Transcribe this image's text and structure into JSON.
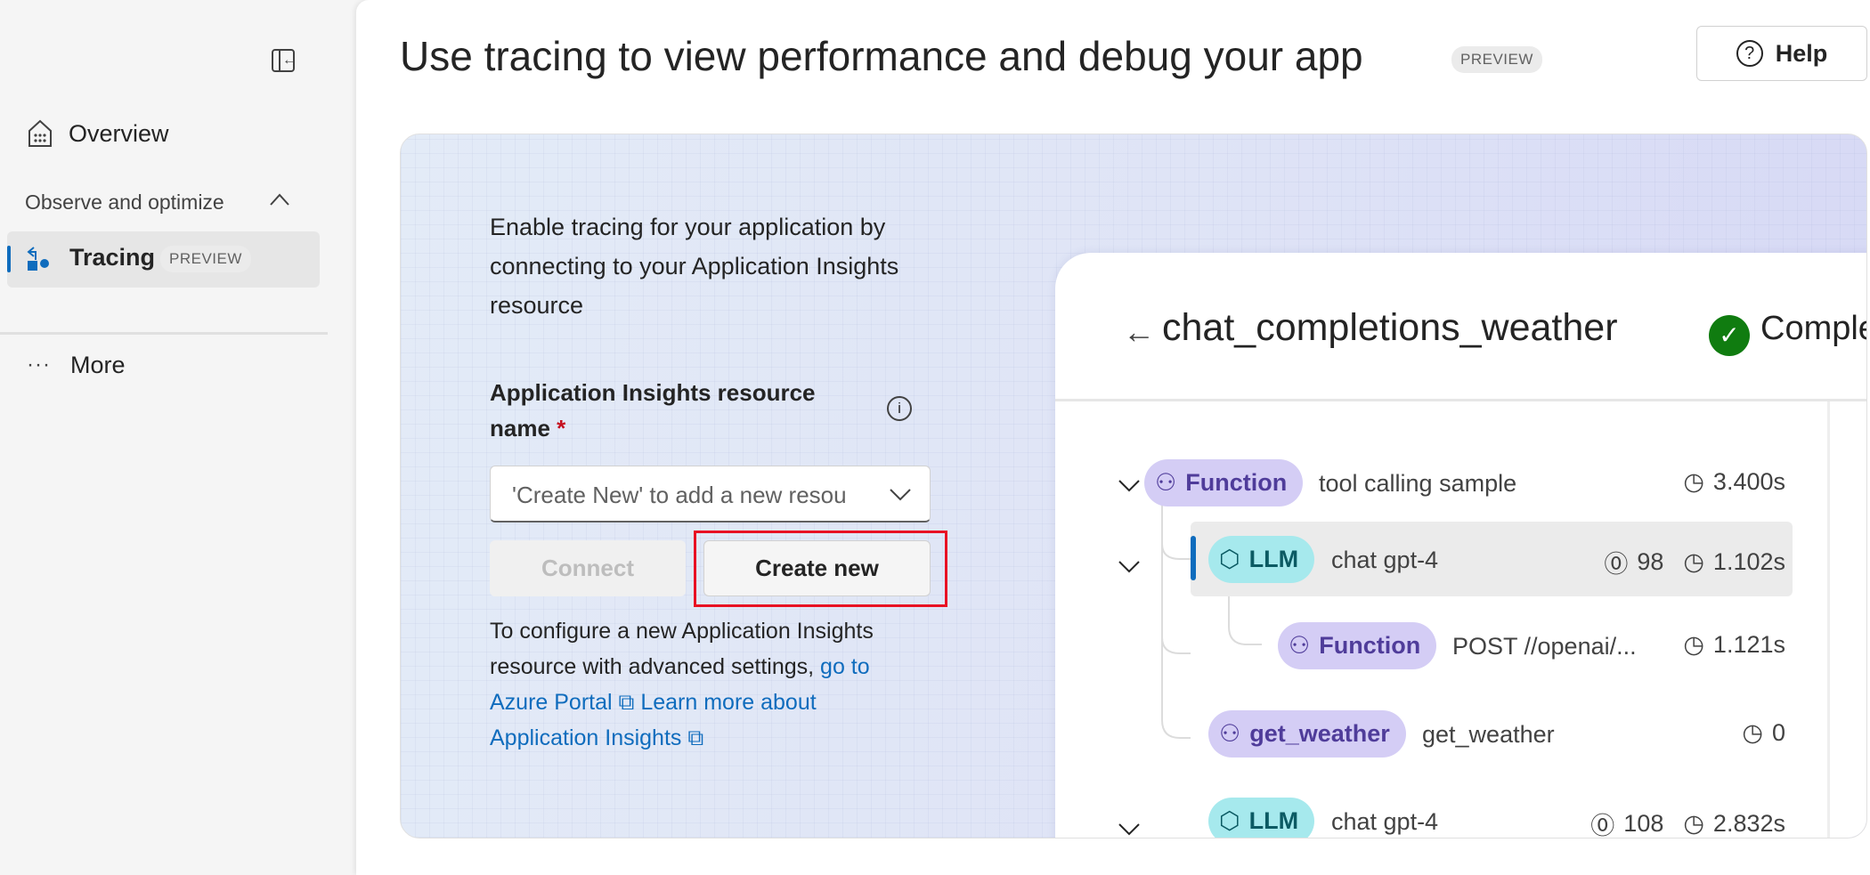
{
  "sidebar": {
    "collapse_icon": "panel-collapse-icon",
    "overview": "Overview",
    "section": "Observe and optimize",
    "tracing": "Tracing",
    "tracing_badge": "PREVIEW",
    "more": "More"
  },
  "header": {
    "title": "Use tracing to view performance and debug your app",
    "badge": "PREVIEW",
    "help": "Help"
  },
  "setup": {
    "lead": "Enable tracing for your application by connecting to your Application Insights resource",
    "field_label": "Application Insights resource name",
    "required": "*",
    "dropdown_placeholder": "'Create New' to add a new resou",
    "connect": "Connect",
    "create_new": "Create new",
    "help_text": "To configure a new Application Insights resource with advanced settings,",
    "link_portal": "go to Azure Portal",
    "link_learn": "Learn more about Application Insights",
    "highlight_color": "#e81123"
  },
  "trace": {
    "title": "chat_completions_weather",
    "status": "Complet",
    "status_color": "#107c10",
    "rows": [
      {
        "type": "Function",
        "name": "tool calling sample",
        "tokens": null,
        "duration": "3.400s"
      },
      {
        "type": "LLM",
        "name": "chat gpt-4",
        "tokens": "98",
        "duration": "1.102s"
      },
      {
        "type": "Function",
        "name": "POST //openai/...",
        "tokens": null,
        "duration": "1.121s"
      },
      {
        "type": "get_weather",
        "name": "get_weather",
        "tokens": null,
        "duration": "0"
      },
      {
        "type": "LLM",
        "name": "chat gpt-4",
        "tokens": "108",
        "duration": "2.832s"
      }
    ]
  }
}
